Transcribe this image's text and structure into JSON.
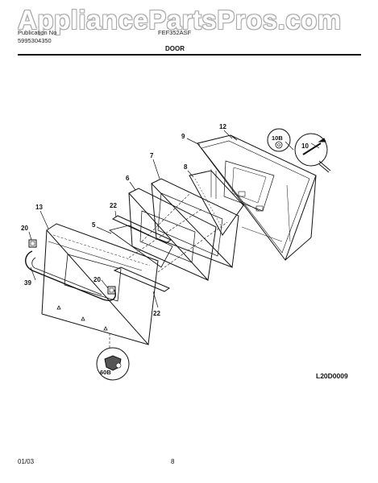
{
  "header": {
    "watermark": "AppliancePartsPros.com",
    "publication_label": "Publication No",
    "publication_number": "5995304350",
    "model": "FEF352ASF",
    "section": "DOOR"
  },
  "diagram": {
    "code": "L20D0009",
    "callouts": [
      {
        "id": "c12",
        "label": "12"
      },
      {
        "id": "c9",
        "label": "9"
      },
      {
        "id": "c10b",
        "label": "10B"
      },
      {
        "id": "c10",
        "label": "10"
      },
      {
        "id": "c7",
        "label": "7"
      },
      {
        "id": "c8",
        "label": "8"
      },
      {
        "id": "c6",
        "label": "6"
      },
      {
        "id": "c22a",
        "label": "22"
      },
      {
        "id": "c13",
        "label": "13"
      },
      {
        "id": "c5",
        "label": "5"
      },
      {
        "id": "c20a",
        "label": "20"
      },
      {
        "id": "c39",
        "label": "39"
      },
      {
        "id": "c20b",
        "label": "20"
      },
      {
        "id": "c22b",
        "label": "22"
      },
      {
        "id": "c60b",
        "label": "60B"
      }
    ]
  },
  "footer": {
    "date": "01/03",
    "page": "8"
  }
}
